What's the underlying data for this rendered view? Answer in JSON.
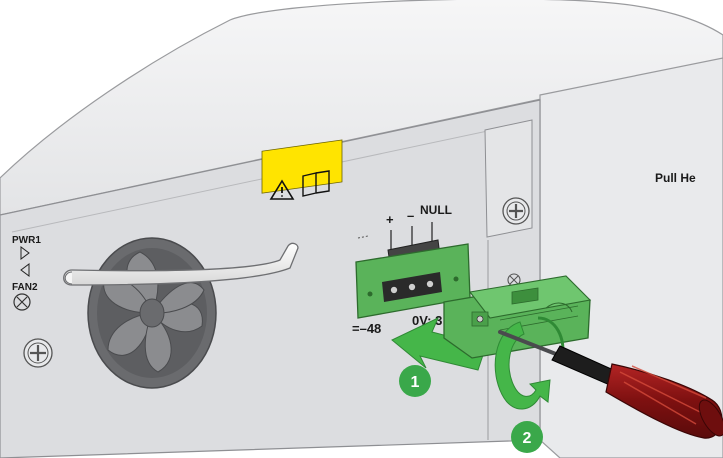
{
  "labels": {
    "pull_handle": "Pull He",
    "pwr1": "PWR1",
    "fan2": "FAN2",
    "terminal_plus": "+",
    "terminal_minus": "–",
    "terminal_null": "NULL",
    "voltage_left": "=–48",
    "voltage_right": "0V; 3"
  },
  "steps": [
    {
      "number": "1",
      "action": "insert-connector"
    },
    {
      "number": "2",
      "action": "tighten-screws"
    }
  ],
  "icons": {
    "warning": "warning-triangle-icon",
    "manual": "open-book-icon",
    "fan": "fan-icon",
    "captive_screw": "captive-screw-icon",
    "screwdriver": "screwdriver-icon"
  },
  "colors": {
    "step_badge": "#3aa84a",
    "arrow": "#45b649",
    "connector": "#5ab35a",
    "label_yellow": "#ffe400",
    "screwdriver_handle": "#8b1a1a",
    "chassis": "#e6e7e9",
    "panel": "#d9dadc"
  }
}
